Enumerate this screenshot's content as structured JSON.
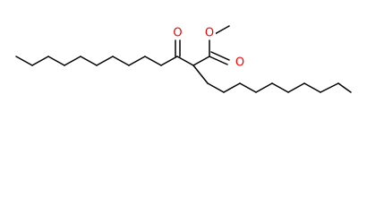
{
  "molecule": {
    "atom_labels": {
      "ketone_oxygen": "O",
      "carbonyl_oxygen": "O",
      "ether_oxygen": "O"
    },
    "colors": {
      "bond": "#000000",
      "oxygen": "#ff0000",
      "background": "#ffffff"
    }
  }
}
